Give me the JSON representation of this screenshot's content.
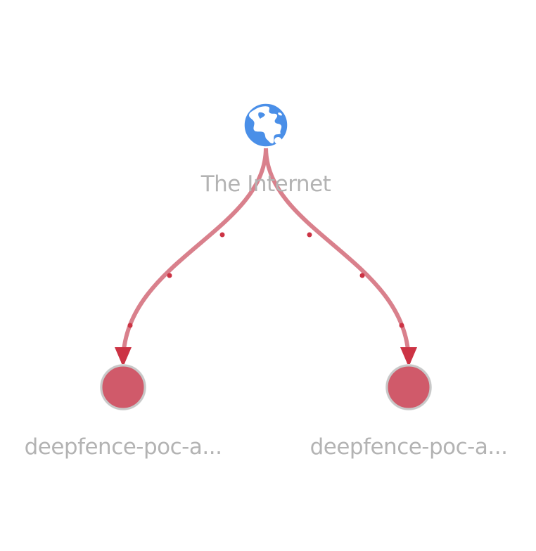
{
  "graph": {
    "nodes": [
      {
        "id": "internet",
        "label": "The Internet",
        "icon": "globe-icon",
        "color": "#4a8fe8"
      },
      {
        "id": "poc-a-1",
        "label": "deepfence-poc-a...",
        "icon": "circle",
        "color": "#d05a6a"
      },
      {
        "id": "poc-a-2",
        "label": "deepfence-poc-a...",
        "icon": "circle",
        "color": "#d05a6a"
      }
    ],
    "edges": [
      {
        "from": "internet",
        "to": "poc-a-1",
        "color": "#d9808c"
      },
      {
        "from": "internet",
        "to": "poc-a-2",
        "color": "#d9808c"
      }
    ],
    "colors": {
      "edge": "#d9808c",
      "edge_dot": "#cc3344",
      "arrow": "#cc3344",
      "node_fill": "#d05a6a",
      "node_stroke": "#c8c8c8",
      "label": "#b3b3b3",
      "globe": "#4a8fe8"
    }
  }
}
